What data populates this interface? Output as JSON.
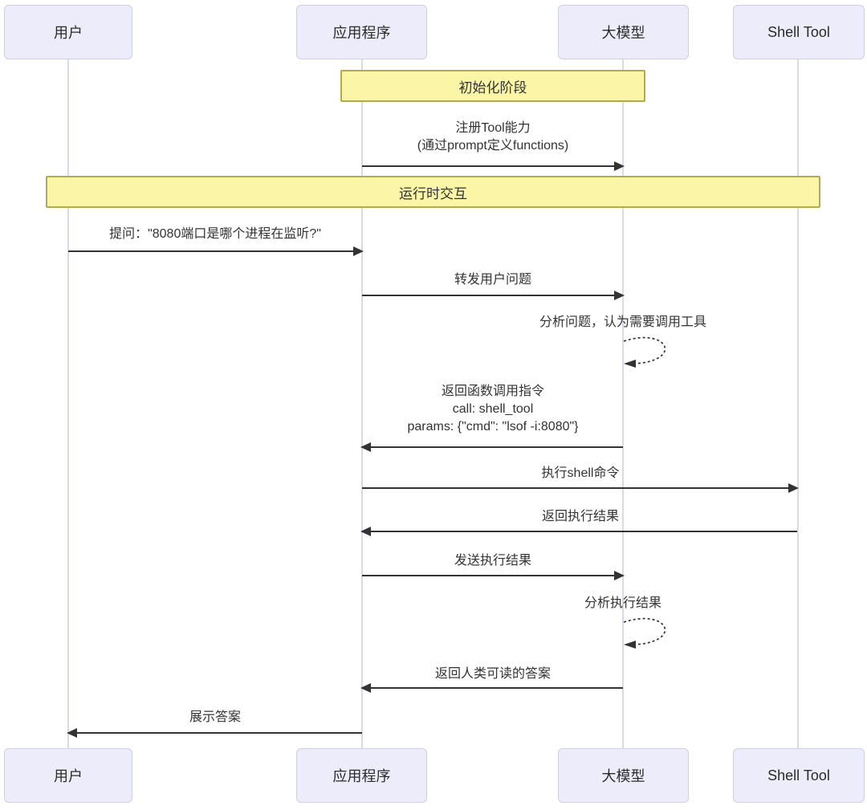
{
  "participants": [
    {
      "id": "user",
      "label": "用户"
    },
    {
      "id": "app",
      "label": "应用程序"
    },
    {
      "id": "llm",
      "label": "大模型"
    },
    {
      "id": "shell",
      "label": "Shell Tool"
    }
  ],
  "phases": [
    {
      "label": "初始化阶段"
    },
    {
      "label": "运行时交互"
    }
  ],
  "messages": [
    {
      "from": "应用程序",
      "to": "大模型",
      "line": "solid",
      "label": "注册Tool能力\n(通过prompt定义functions)"
    },
    {
      "from": "用户",
      "to": "应用程序",
      "line": "solid",
      "label": "提问：\"8080端口是哪个进程在监听?\""
    },
    {
      "from": "应用程序",
      "to": "大模型",
      "line": "solid",
      "label": "转发用户问题"
    },
    {
      "from": "大模型",
      "to": "大模型",
      "line": "dotted-self",
      "label": "分析问题，认为需要调用工具"
    },
    {
      "from": "大模型",
      "to": "应用程序",
      "line": "solid",
      "label": "返回函数调用指令\ncall: shell_tool\nparams: {\"cmd\": \"lsof -i:8080\"}"
    },
    {
      "from": "应用程序",
      "to": "Shell Tool",
      "line": "solid",
      "label": "执行shell命令"
    },
    {
      "from": "Shell Tool",
      "to": "应用程序",
      "line": "solid",
      "label": "返回执行结果"
    },
    {
      "from": "应用程序",
      "to": "大模型",
      "line": "solid",
      "label": "发送执行结果"
    },
    {
      "from": "大模型",
      "to": "大模型",
      "line": "dotted-self",
      "label": "分析执行结果"
    },
    {
      "from": "大模型",
      "to": "应用程序",
      "line": "solid",
      "label": "返回人类可读的答案"
    },
    {
      "from": "应用程序",
      "to": "用户",
      "line": "solid",
      "label": "展示答案"
    }
  ],
  "colors": {
    "participant_fill": "#ECECFB",
    "participant_border": "#CFCFE8",
    "phase_fill": "#FBF5A8",
    "phase_border": "#AFAC4E",
    "lifeline": "#D9D9EC",
    "arrow": "#333333",
    "text": "#333333",
    "background": "#FFFFFF"
  }
}
